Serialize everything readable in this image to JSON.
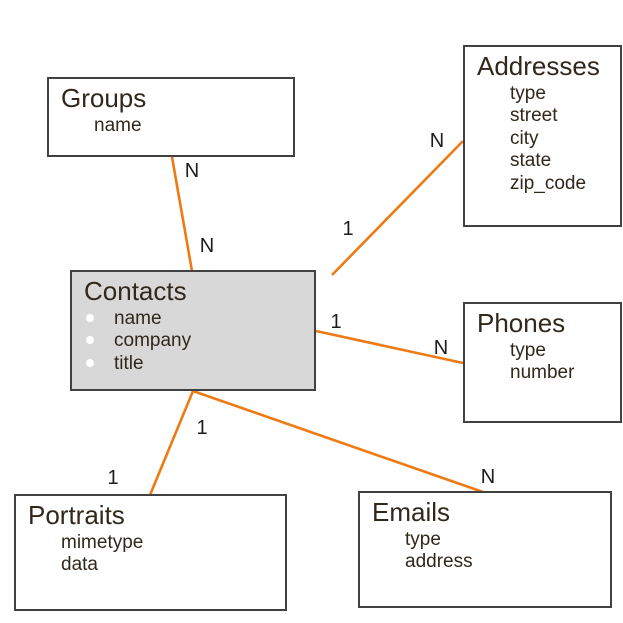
{
  "diagram": {
    "entities": {
      "groups": {
        "name": "Groups",
        "attributes": [
          "name"
        ]
      },
      "addresses": {
        "name": "Addresses",
        "attributes": [
          "type",
          "street",
          "city",
          "state",
          "zip_code"
        ]
      },
      "contacts": {
        "name": "Contacts",
        "attributes": [
          "name",
          "company",
          "title"
        ],
        "highlighted": true
      },
      "phones": {
        "name": "Phones",
        "attributes": [
          "type",
          "number"
        ]
      },
      "portraits": {
        "name": "Portraits",
        "attributes": [
          "mimetype",
          "data"
        ]
      },
      "emails": {
        "name": "Emails",
        "attributes": [
          "type",
          "address"
        ]
      }
    },
    "relationships": [
      {
        "from": "Contacts",
        "to": "Groups",
        "label_at_groups": "N",
        "label_at_contacts": "N"
      },
      {
        "from": "Contacts",
        "to": "Addresses",
        "label_at_contacts": "1",
        "label_at_addresses": "N"
      },
      {
        "from": "Contacts",
        "to": "Phones",
        "label_at_contacts": "1",
        "label_at_phones": "N"
      },
      {
        "from": "Contacts",
        "to": "Portraits",
        "label_at_contacts": "1",
        "label_at_portraits": "1"
      },
      {
        "from": "Contacts",
        "to": "Emails",
        "label_at_emails": "N"
      }
    ],
    "cardinality_labels": {
      "groups_end": "N",
      "contacts_groups_end": "N",
      "contacts_addresses_end": "1",
      "addresses_end": "N",
      "contacts_phones_end": "1",
      "phones_end": "N",
      "contacts_portraits_end": "1",
      "portraits_end": "1",
      "emails_end": "N"
    },
    "colors": {
      "relationship_line": "#ed7a13",
      "entity_border": "#414141",
      "entity_fill": "#ffffff",
      "highlighted_entity_fill": "#d8d8d8",
      "text": "#31271c",
      "bullet": "#ffffff"
    }
  }
}
